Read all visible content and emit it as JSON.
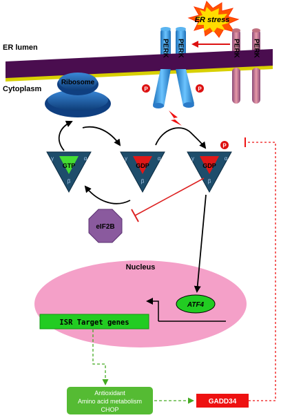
{
  "labels": {
    "er_stress": "ER stress",
    "er_lumen": "ER lumen",
    "cytoplasm": "Cytoplasm",
    "ribosome": "Ribosome",
    "perk": "PERK",
    "phospho": "P",
    "gtp": "GTP",
    "gdp": "GDP",
    "gamma": "γ",
    "alpha": "α",
    "beta": "β",
    "eif2b": "eIF2B",
    "nucleus": "Nucleus",
    "atf4": "ATF4",
    "isr_target_genes": "ISR Target genes",
    "outcomes": [
      "Antioxidant",
      "Amino acid metabolism",
      "CHOP"
    ],
    "gadd34": "GADD34"
  },
  "colors": {
    "membrane": "#4a0d4f",
    "membrane_edge": "#d8d000",
    "perk_active": "#3aa0e0",
    "perk_inactive": "#d87080",
    "ribosome": "#1f5fa8",
    "eif2_gtp": "#44dd33",
    "eif2_gdp": "#e01818",
    "eif2_body": "#1e4d6b",
    "eif2b": "#8a5a9e",
    "nucleus": "#f4a0c8",
    "gene_box": "#22cc22",
    "outcome_box": "#55bb33",
    "gadd34_box": "#ee1111",
    "inhibit_red": "#dd2222",
    "stress_star": "#ff5500",
    "stress_star_inner": "#ffdd00"
  }
}
